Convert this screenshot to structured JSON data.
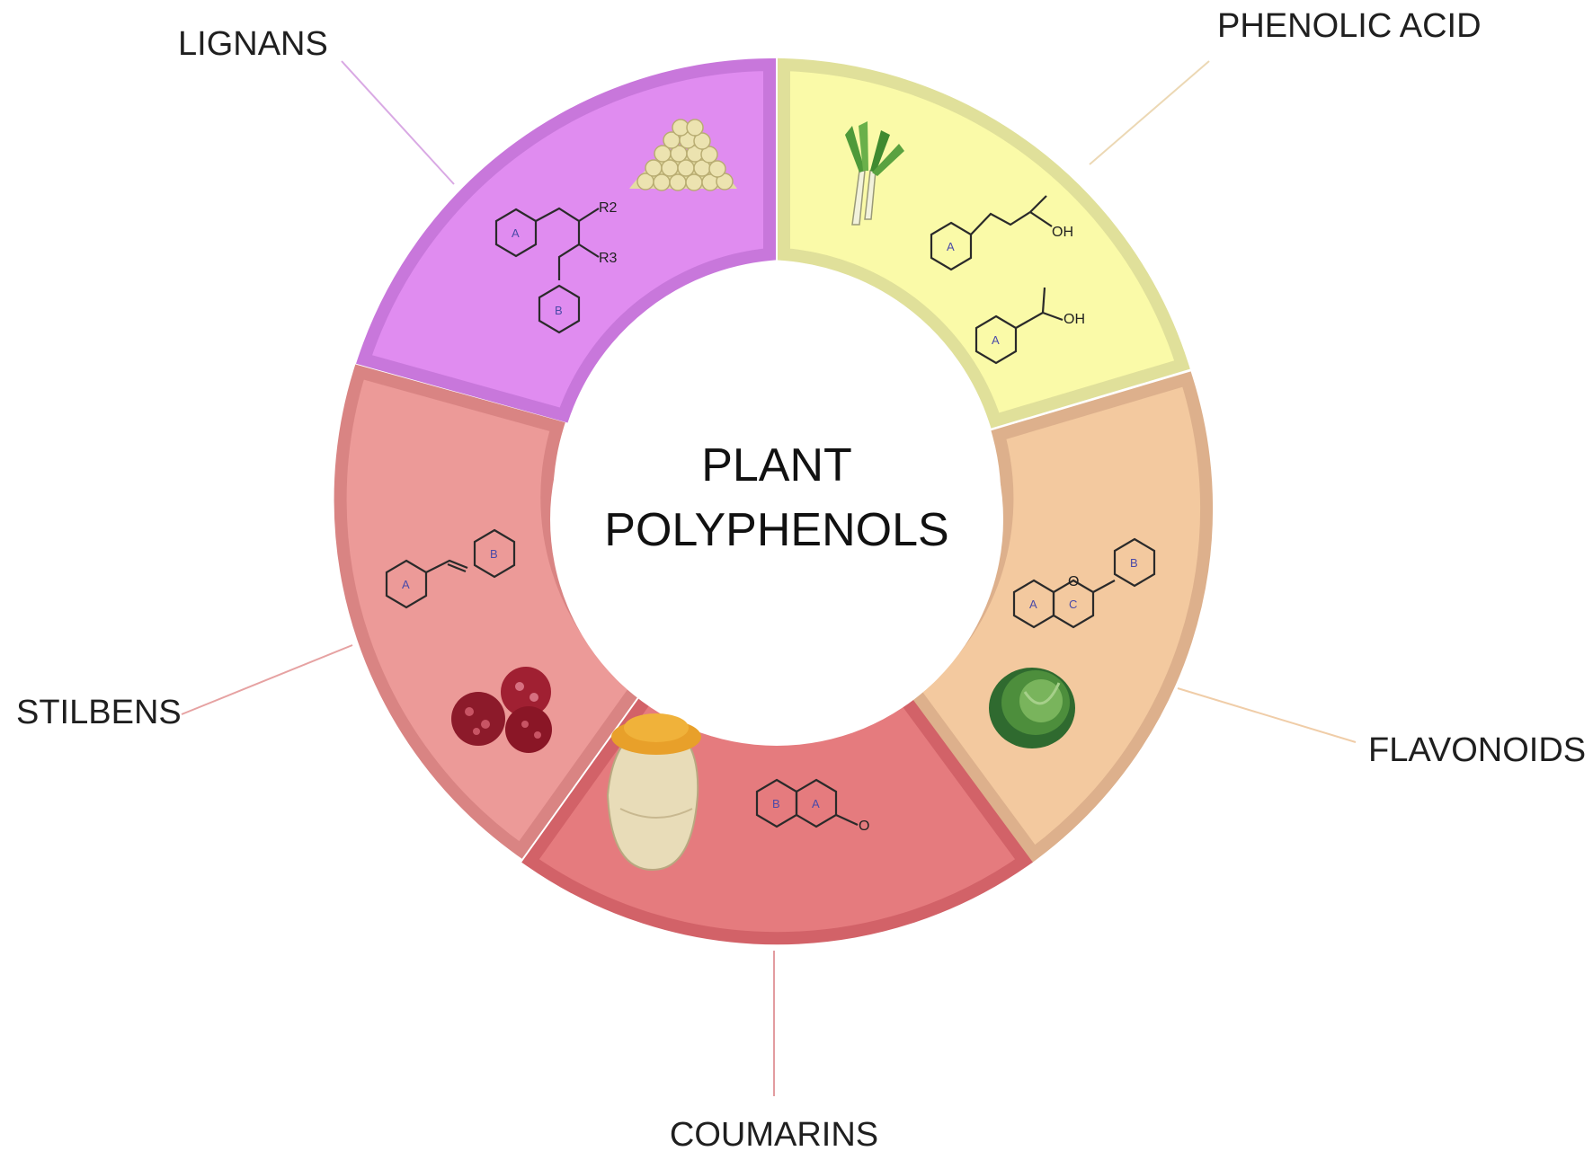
{
  "center": {
    "line1": "PLANT",
    "line2": "POLYPHENOLS"
  },
  "segments": [
    {
      "id": "lignans",
      "label": "LIGNANS",
      "color": "#e08cf0",
      "border": "#c77fd9",
      "icon": "chickpea-pile-icon"
    },
    {
      "id": "phenolic-acid",
      "label": "PHENOLIC ACID",
      "color": "#fafaa8",
      "border": "#e2e29a",
      "icon": "leek-icon"
    },
    {
      "id": "flavonoids",
      "label": "FLAVONOIDS",
      "color": "#f3c99f",
      "border": "#dfb48f",
      "icon": "cabbage-icon"
    },
    {
      "id": "coumarins",
      "label": "COUMARINS",
      "color": "#e57b7e",
      "border": "#d46468",
      "icon": "spice-sack-icon"
    },
    {
      "id": "stilbens",
      "label": "STILBENS",
      "color": "#ec9a98",
      "border": "#dc8584",
      "icon": "raspberry-icon"
    }
  ],
  "molecules": {
    "ring_a": "A",
    "ring_b": "B",
    "ring_c": "C",
    "oh": "OH",
    "o": "O",
    "r2": "R2",
    "r3": "R3"
  }
}
